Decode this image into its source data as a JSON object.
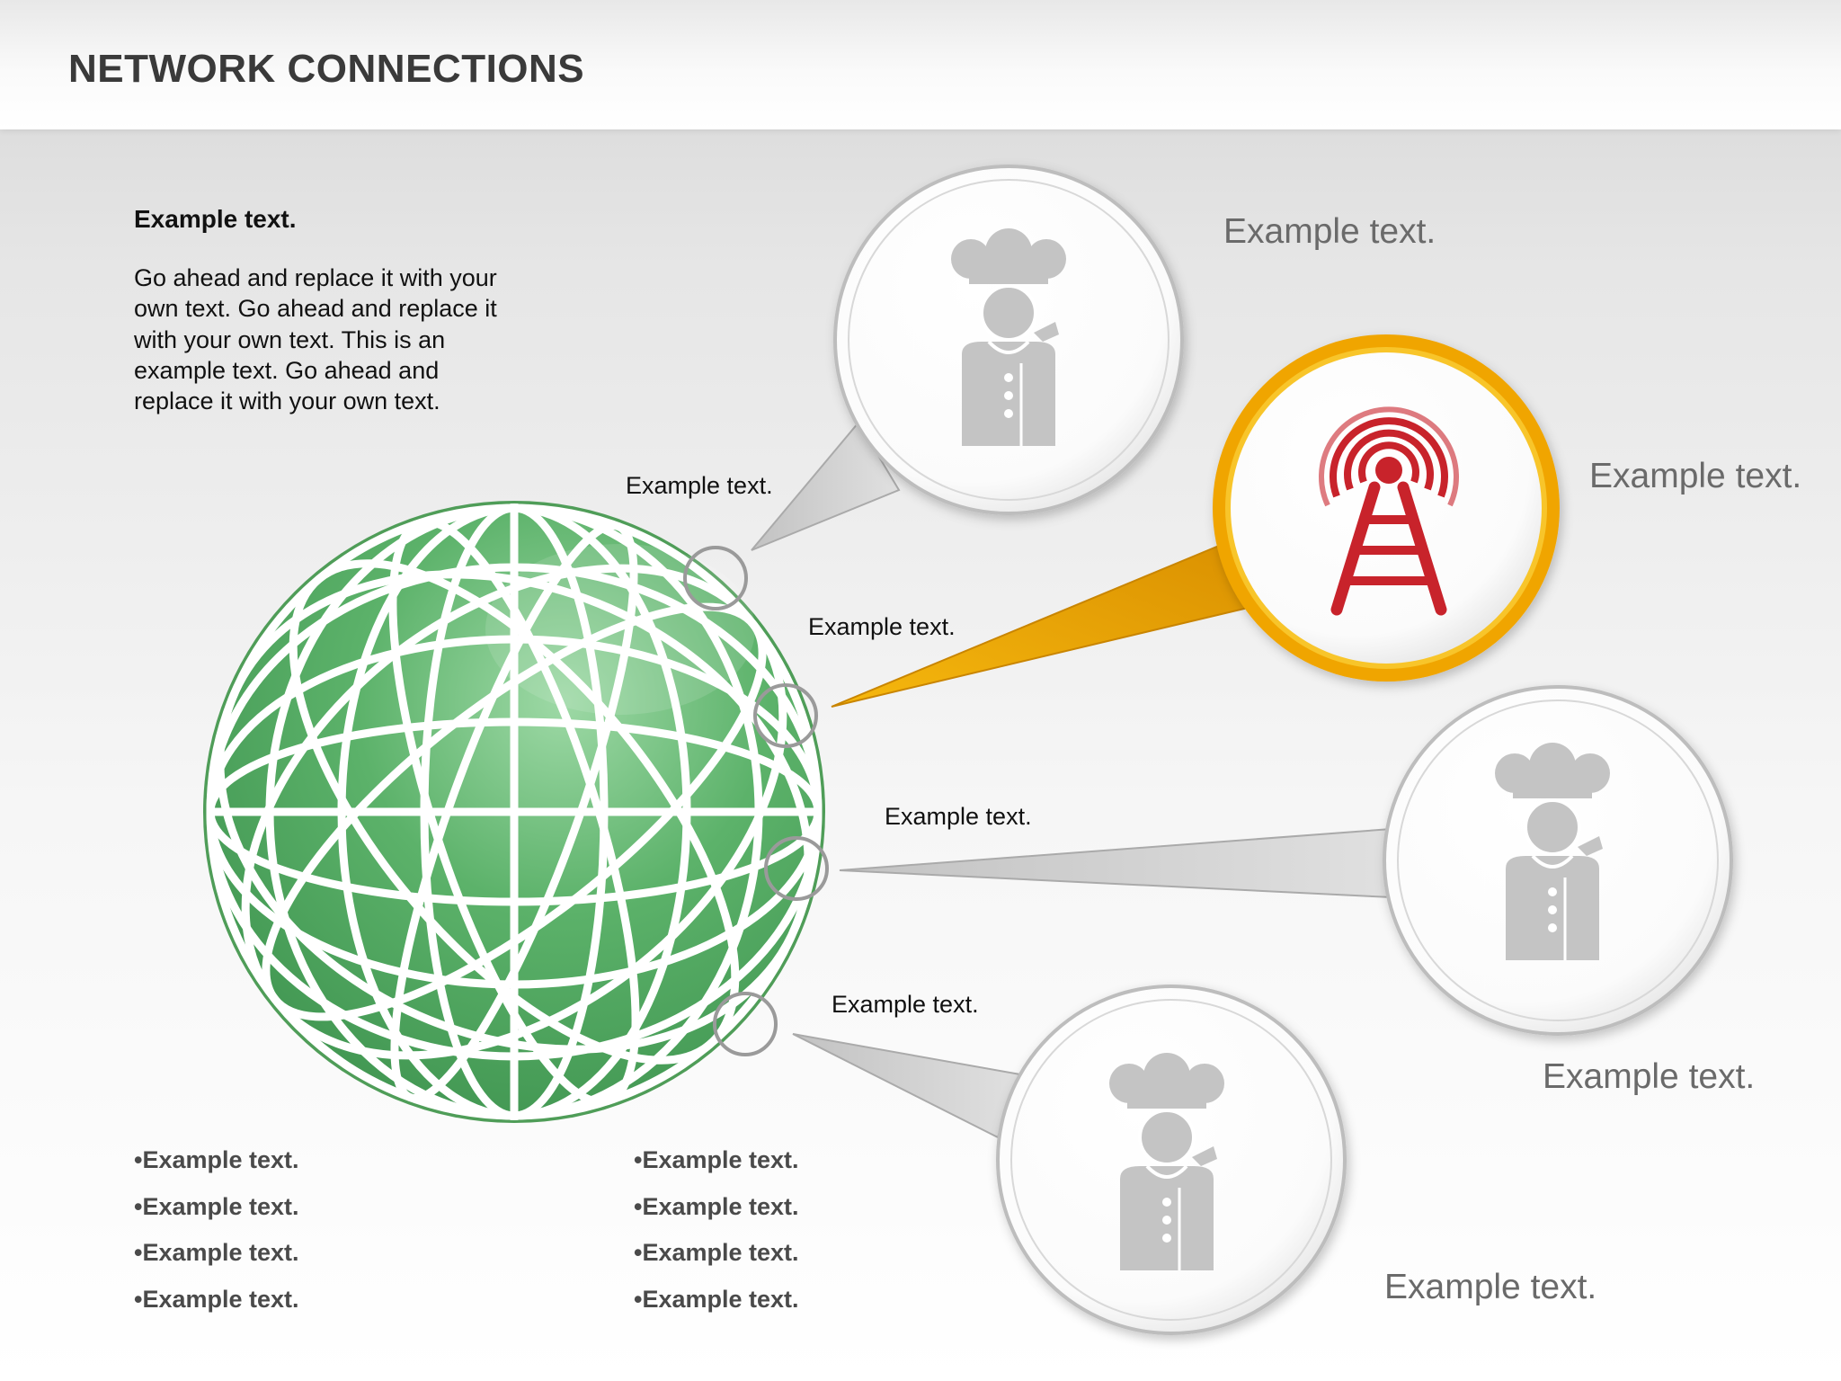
{
  "title": "NETWORK CONNECTIONS",
  "intro": {
    "heading": "Example text.",
    "body": "Go ahead and replace it with your own text. Go ahead and replace it with your own text. This is an example text. Go ahead and replace it with your own text."
  },
  "globe": {
    "icon": "globe-icon",
    "color": "#4ca25c",
    "grid_color": "#ffffff"
  },
  "nodes": [
    {
      "icon": "chef-icon",
      "connector_label": "Example text.",
      "side_label": "Example text.",
      "highlighted": false
    },
    {
      "icon": "antenna-tower-icon",
      "connector_label": "Example text.",
      "side_label": "Example text.",
      "highlighted": true
    },
    {
      "icon": "chef-icon",
      "connector_label": "Example text.",
      "side_label": "Example text.",
      "highlighted": false
    },
    {
      "icon": "chef-icon",
      "connector_label": "Example text.",
      "side_label": "Example text.",
      "highlighted": false
    }
  ],
  "bullets_left": [
    "Example text.",
    "Example text.",
    "Example text.",
    "Example text."
  ],
  "bullets_right": [
    "Example text.",
    "Example text.",
    "Example text.",
    "Example text."
  ],
  "colors": {
    "title": "#3a3a3a",
    "highlight": "#f0a500",
    "tower": "#c8232b",
    "icon_gray": "#c4c4c4",
    "bubble_border": "#bdbdbd"
  }
}
